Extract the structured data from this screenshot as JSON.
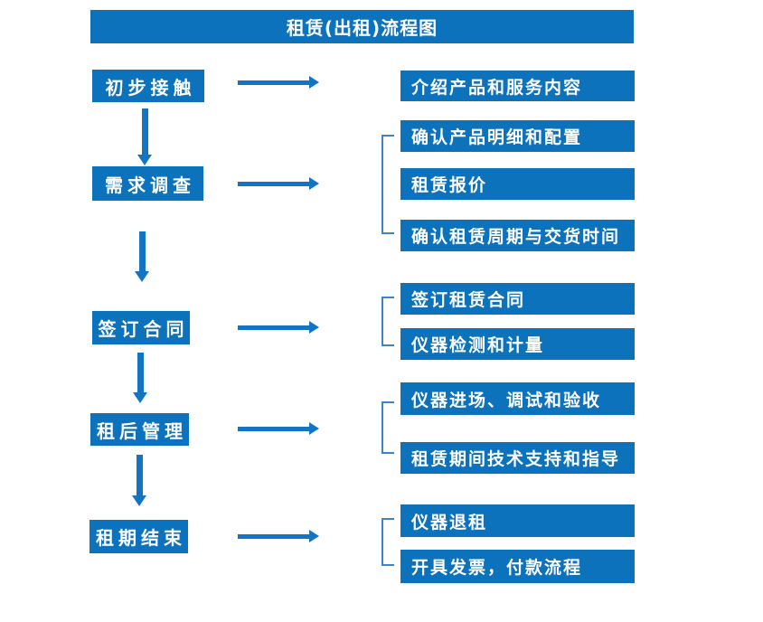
{
  "title": "租赁(出租)流程图",
  "colors": {
    "background": "#ffffff",
    "box": "#0d72bc",
    "arrow": "#1474c4",
    "bracket": "#3d85c8",
    "text": "#ffffff"
  },
  "stages": [
    {
      "label": "初步接触",
      "outputs": [
        "介绍产品和服务内容"
      ]
    },
    {
      "label": "需求调查",
      "outputs": [
        "确认产品明细和配置",
        "租赁报价",
        "确认租赁周期与交货时间"
      ]
    },
    {
      "label": "签订合同",
      "outputs": [
        "签订租赁合同",
        "仪器检测和计量"
      ]
    },
    {
      "label": "租后管理",
      "outputs": [
        "仪器进场、调试和验收",
        "租赁期间技术支持和指导"
      ]
    },
    {
      "label": "租期结束",
      "outputs": [
        "仪器退租",
        "开具发票，付款流程"
      ]
    }
  ]
}
